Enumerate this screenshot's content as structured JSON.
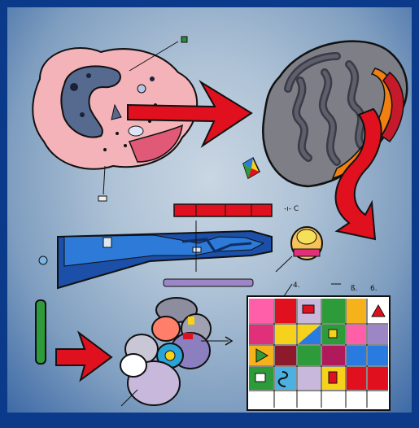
{
  "illustration": {
    "labels": {
      "lysosome_mark": "-ı- C",
      "grid_mark_a": "ß.",
      "grid_mark_b": "6.",
      "grid_mark_c": "4."
    },
    "colors": {
      "frame": "#0c3a8a",
      "cell": "#f4b3b8",
      "nucleus": "#56698f",
      "mitochondrion": "#7d7e86",
      "arrow": "#e0101e",
      "er": "#1f6fcf",
      "grid_bg": "#ffffff"
    }
  }
}
